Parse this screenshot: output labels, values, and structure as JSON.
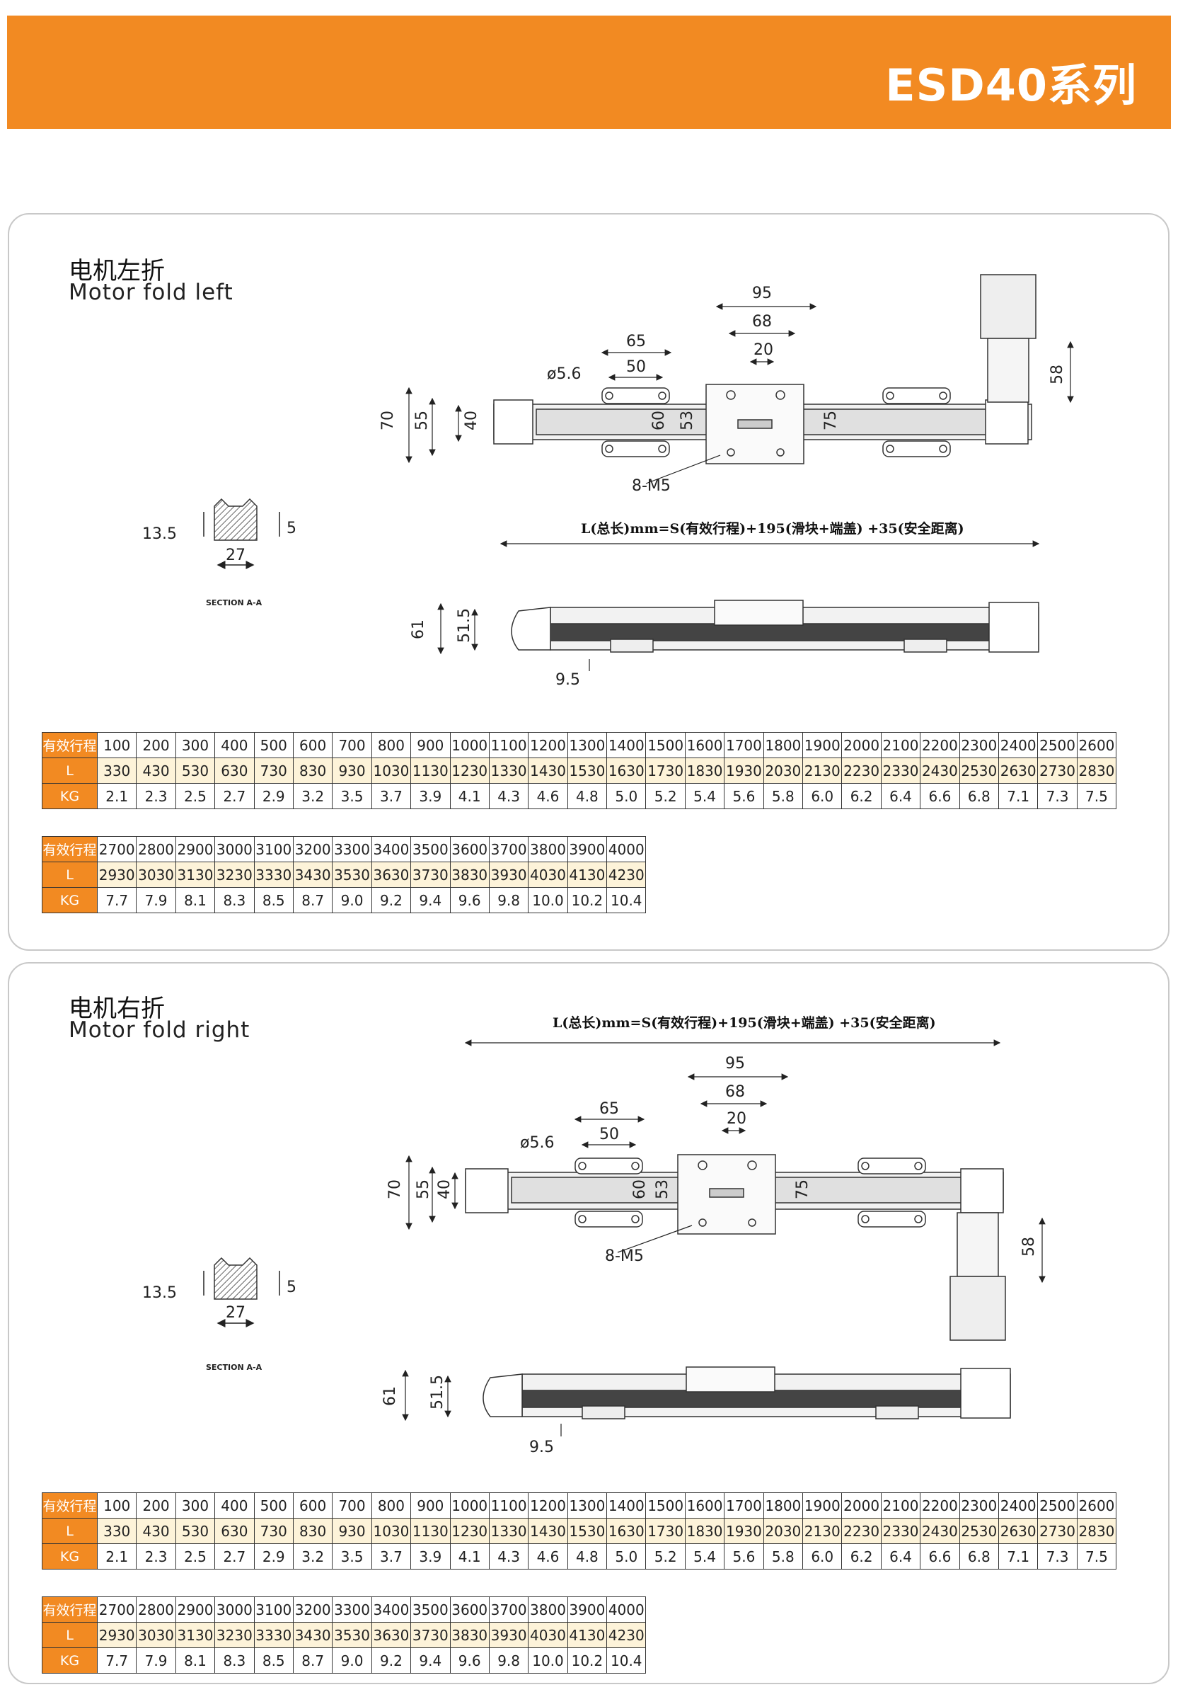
{
  "header": {
    "title": "ESD40系列"
  },
  "sections": [
    {
      "title_zh": "电机左折",
      "title_en": "Motor fold left",
      "formula": "L(总长)mm=S(有效行程)+195(滑块+端盖) +35(安全距离)",
      "section_label": "SECTION A-A",
      "dims": {
        "d95": "95",
        "d68": "68",
        "d20": "20",
        "d65": "65",
        "d50": "50",
        "phi": "ø5.6",
        "d70": "70",
        "d55": "55",
        "d40": "40",
        "d60": "60",
        "d53": "53",
        "d75": "75",
        "d58": "58",
        "m5": "8-M5",
        "d13_5": "13.5",
        "d5": "5",
        "d27": "27",
        "d61": "61",
        "d51_5": "51.5",
        "d9_5": "9.5"
      },
      "table1": {
        "headers": [
          "有效行程",
          "L",
          "KG"
        ],
        "stroke": [
          "100",
          "200",
          "300",
          "400",
          "500",
          "600",
          "700",
          "800",
          "900",
          "1000",
          "1100",
          "1200",
          "1300",
          "1400",
          "1500",
          "1600",
          "1700",
          "1800",
          "1900",
          "2000",
          "2100",
          "2200",
          "2300",
          "2400",
          "2500",
          "2600"
        ],
        "L": [
          "330",
          "430",
          "530",
          "630",
          "730",
          "830",
          "930",
          "1030",
          "1130",
          "1230",
          "1330",
          "1430",
          "1530",
          "1630",
          "1730",
          "1830",
          "1930",
          "2030",
          "2130",
          "2230",
          "2330",
          "2430",
          "2530",
          "2630",
          "2730",
          "2830"
        ],
        "KG": [
          "2.1",
          "2.3",
          "2.5",
          "2.7",
          "2.9",
          "3.2",
          "3.5",
          "3.7",
          "3.9",
          "4.1",
          "4.3",
          "4.6",
          "4.8",
          "5.0",
          "5.2",
          "5.4",
          "5.6",
          "5.8",
          "6.0",
          "6.2",
          "6.4",
          "6.6",
          "6.8",
          "7.1",
          "7.3",
          "7.5"
        ]
      },
      "table2": {
        "headers": [
          "有效行程",
          "L",
          "KG"
        ],
        "stroke": [
          "2700",
          "2800",
          "2900",
          "3000",
          "3100",
          "3200",
          "3300",
          "3400",
          "3500",
          "3600",
          "3700",
          "3800",
          "3900",
          "4000"
        ],
        "L": [
          "2930",
          "3030",
          "3130",
          "3230",
          "3330",
          "3430",
          "3530",
          "3630",
          "3730",
          "3830",
          "3930",
          "4030",
          "4130",
          "4230"
        ],
        "KG": [
          "7.7",
          "7.9",
          "8.1",
          "8.3",
          "8.5",
          "8.7",
          "9.0",
          "9.2",
          "9.4",
          "9.6",
          "9.8",
          "10.0",
          "10.2",
          "10.4"
        ]
      }
    },
    {
      "title_zh": "电机右折",
      "title_en": "Motor fold right",
      "formula": "L(总长)mm=S(有效行程)+195(滑块+端盖) +35(安全距离)",
      "section_label": "SECTION A-A",
      "dims": {
        "d95": "95",
        "d68": "68",
        "d20": "20",
        "d65": "65",
        "d50": "50",
        "phi": "ø5.6",
        "d70": "70",
        "d55": "55",
        "d40": "40",
        "d60": "60",
        "d53": "53",
        "d75": "75",
        "d58": "58",
        "m5": "8-M5",
        "d13_5": "13.5",
        "d5": "5",
        "d27": "27",
        "d61": "61",
        "d51_5": "51.5",
        "d9_5": "9.5"
      },
      "table1": {
        "headers": [
          "有效行程",
          "L",
          "KG"
        ],
        "stroke": [
          "100",
          "200",
          "300",
          "400",
          "500",
          "600",
          "700",
          "800",
          "900",
          "1000",
          "1100",
          "1200",
          "1300",
          "1400",
          "1500",
          "1600",
          "1700",
          "1800",
          "1900",
          "2000",
          "2100",
          "2200",
          "2300",
          "2400",
          "2500",
          "2600"
        ],
        "L": [
          "330",
          "430",
          "530",
          "630",
          "730",
          "830",
          "930",
          "1030",
          "1130",
          "1230",
          "1330",
          "1430",
          "1530",
          "1630",
          "1730",
          "1830",
          "1930",
          "2030",
          "2130",
          "2230",
          "2330",
          "2430",
          "2530",
          "2630",
          "2730",
          "2830"
        ],
        "KG": [
          "2.1",
          "2.3",
          "2.5",
          "2.7",
          "2.9",
          "3.2",
          "3.5",
          "3.7",
          "3.9",
          "4.1",
          "4.3",
          "4.6",
          "4.8",
          "5.0",
          "5.2",
          "5.4",
          "5.6",
          "5.8",
          "6.0",
          "6.2",
          "6.4",
          "6.6",
          "6.8",
          "7.1",
          "7.3",
          "7.5"
        ]
      },
      "table2": {
        "headers": [
          "有效行程",
          "L",
          "KG"
        ],
        "stroke": [
          "2700",
          "2800",
          "2900",
          "3000",
          "3100",
          "3200",
          "3300",
          "3400",
          "3500",
          "3600",
          "3700",
          "3800",
          "3900",
          "4000"
        ],
        "L": [
          "2930",
          "3030",
          "3130",
          "3230",
          "3330",
          "3430",
          "3530",
          "3630",
          "3730",
          "3830",
          "3930",
          "4030",
          "4130",
          "4230"
        ],
        "KG": [
          "7.7",
          "7.9",
          "8.1",
          "8.3",
          "8.5",
          "8.7",
          "9.0",
          "9.2",
          "9.4",
          "9.6",
          "9.8",
          "10.0",
          "10.2",
          "10.4"
        ]
      }
    }
  ]
}
